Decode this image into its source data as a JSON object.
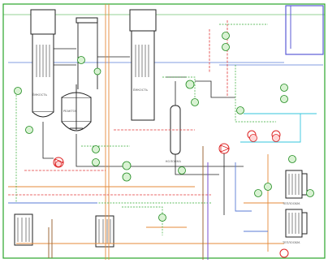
{
  "diagram": {
    "type": "process-and-instrumentation",
    "colors": {
      "frame": "#2aa52a",
      "process_black": "#222222",
      "steam_orange": "#e58a3a",
      "cooling_blue": "#5a7bd6",
      "water_cyan": "#33c6dd",
      "signal_green": "#33aa33",
      "hot_red": "#e23a3a",
      "brown": "#9c6a3b",
      "purple": "#7a4fd1"
    },
    "labels": {
      "tank_left": "ЁМКОСТЬ",
      "tank_right": "ЁМКОСТЬ",
      "reactor": "РЕАКТОР",
      "column": "КОЛОННА",
      "hx_a": "ТЕПЛООБМ.",
      "hx_b": "ТЕПЛООБМ."
    }
  }
}
